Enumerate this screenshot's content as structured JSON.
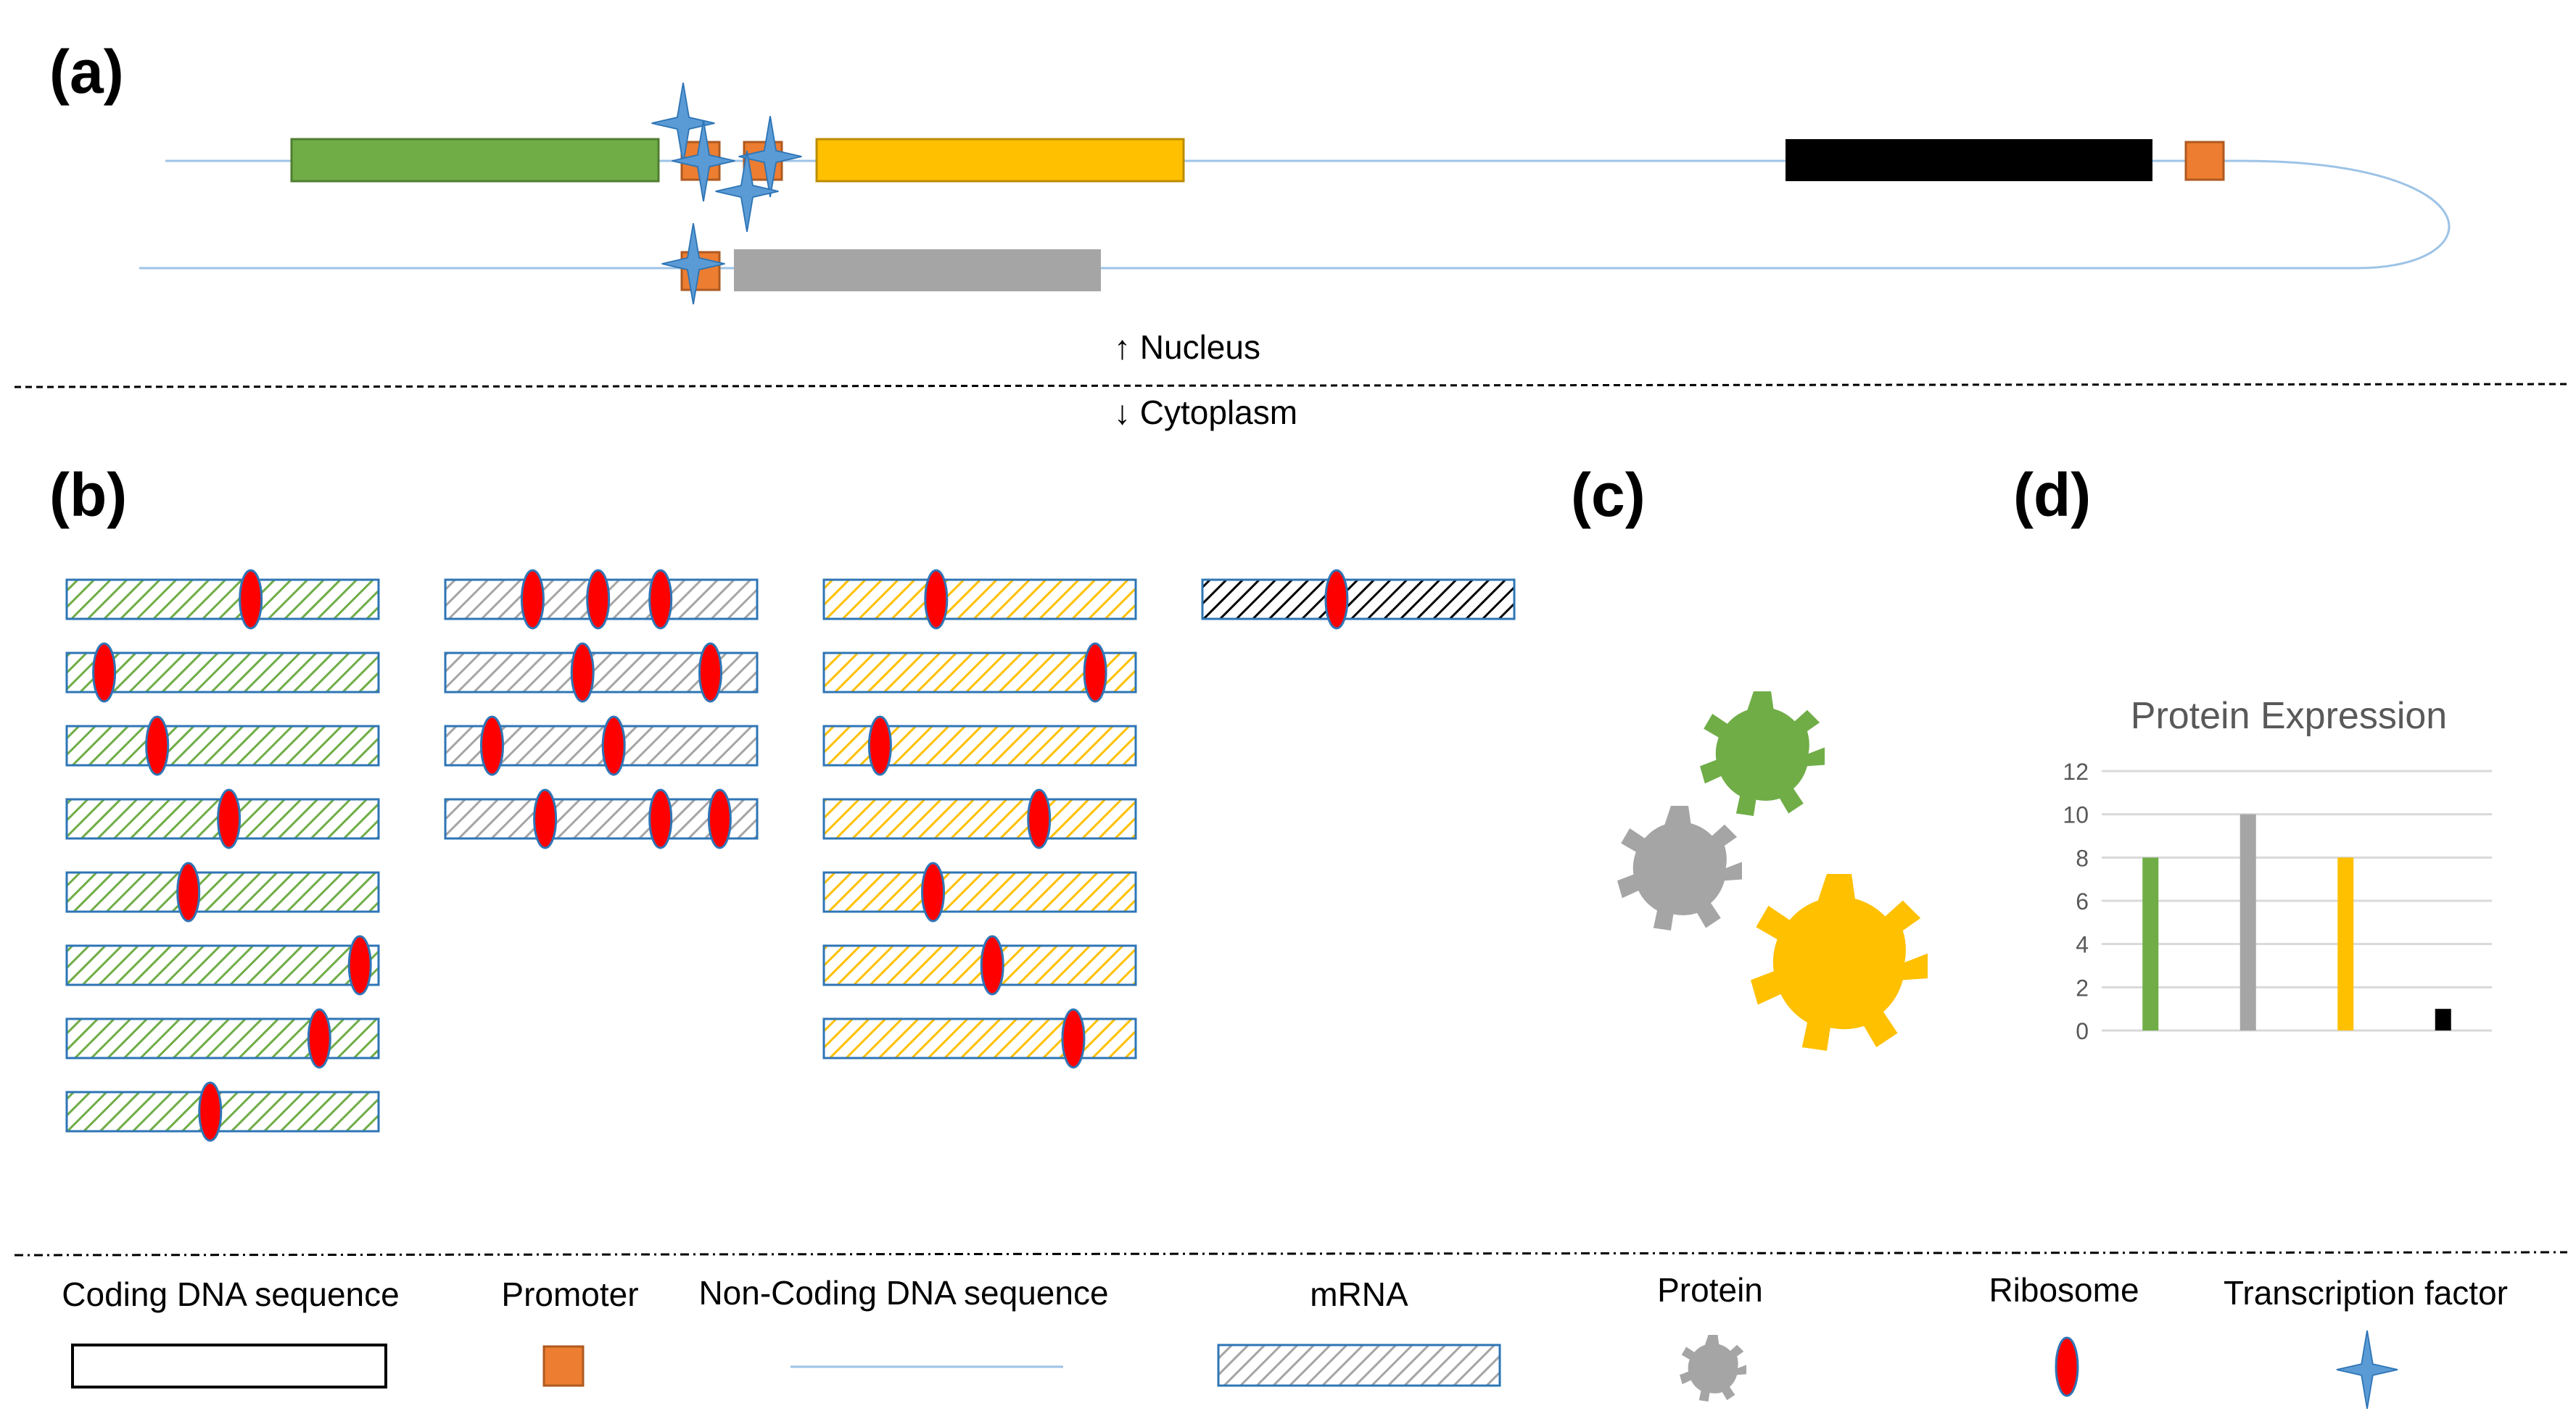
{
  "panels": {
    "a": "(a)",
    "b": "(b)",
    "c": "(c)",
    "d": "(d)"
  },
  "compartments": {
    "nucleus": "↑ Nucleus",
    "cytoplasm": "↓ Cytoplasm"
  },
  "colors": {
    "green": "#70ad47",
    "gray": "#a5a5a5",
    "yellow": "#ffc000",
    "black": "#000000",
    "promoter": "#ed7d31",
    "ribosome": "#ff0000",
    "tf": "#5b9bd5",
    "strand": "#9dc3e6"
  },
  "chart_data": {
    "type": "bar",
    "title": "Protein Expression",
    "categories": [
      "",
      "",
      "",
      ""
    ],
    "values": [
      8,
      10,
      8,
      1
    ],
    "bar_colors": [
      "#70ad47",
      "#a5a5a5",
      "#ffc000",
      "#000000"
    ],
    "y_ticks": [
      "0",
      "2",
      "4",
      "6",
      "8",
      "10",
      "12"
    ],
    "ylim": [
      0,
      12
    ],
    "grid": true
  },
  "mrna_groups": [
    {
      "color_key": "green",
      "ribosomes": [
        [
          0.59
        ],
        [
          0.12
        ],
        [
          0.29
        ],
        [
          0.52
        ],
        [
          0.39
        ],
        [
          0.94
        ],
        [
          0.81
        ],
        [
          0.46
        ]
      ]
    },
    {
      "color_key": "gray",
      "ribosomes": [
        [
          0.28,
          0.49,
          0.69
        ],
        [
          0.44,
          0.85
        ],
        [
          0.15,
          0.54
        ],
        [
          0.32,
          0.69,
          0.88
        ]
      ]
    },
    {
      "color_key": "yellow",
      "ribosomes": [
        [
          0.36
        ],
        [
          0.87
        ],
        [
          0.18
        ],
        [
          0.69
        ],
        [
          0.35
        ],
        [
          0.54
        ],
        [
          0.8
        ]
      ]
    },
    {
      "color_key": "black",
      "ribosomes": [
        [
          0.43
        ]
      ]
    }
  ],
  "legend": {
    "coding": "Coding DNA sequence",
    "promoter": "Promoter",
    "noncoding": "Non-Coding DNA sequence",
    "mrna": "mRNA",
    "protein": "Protein",
    "ribosome": "Ribosome",
    "tf": "Transcription factor"
  }
}
